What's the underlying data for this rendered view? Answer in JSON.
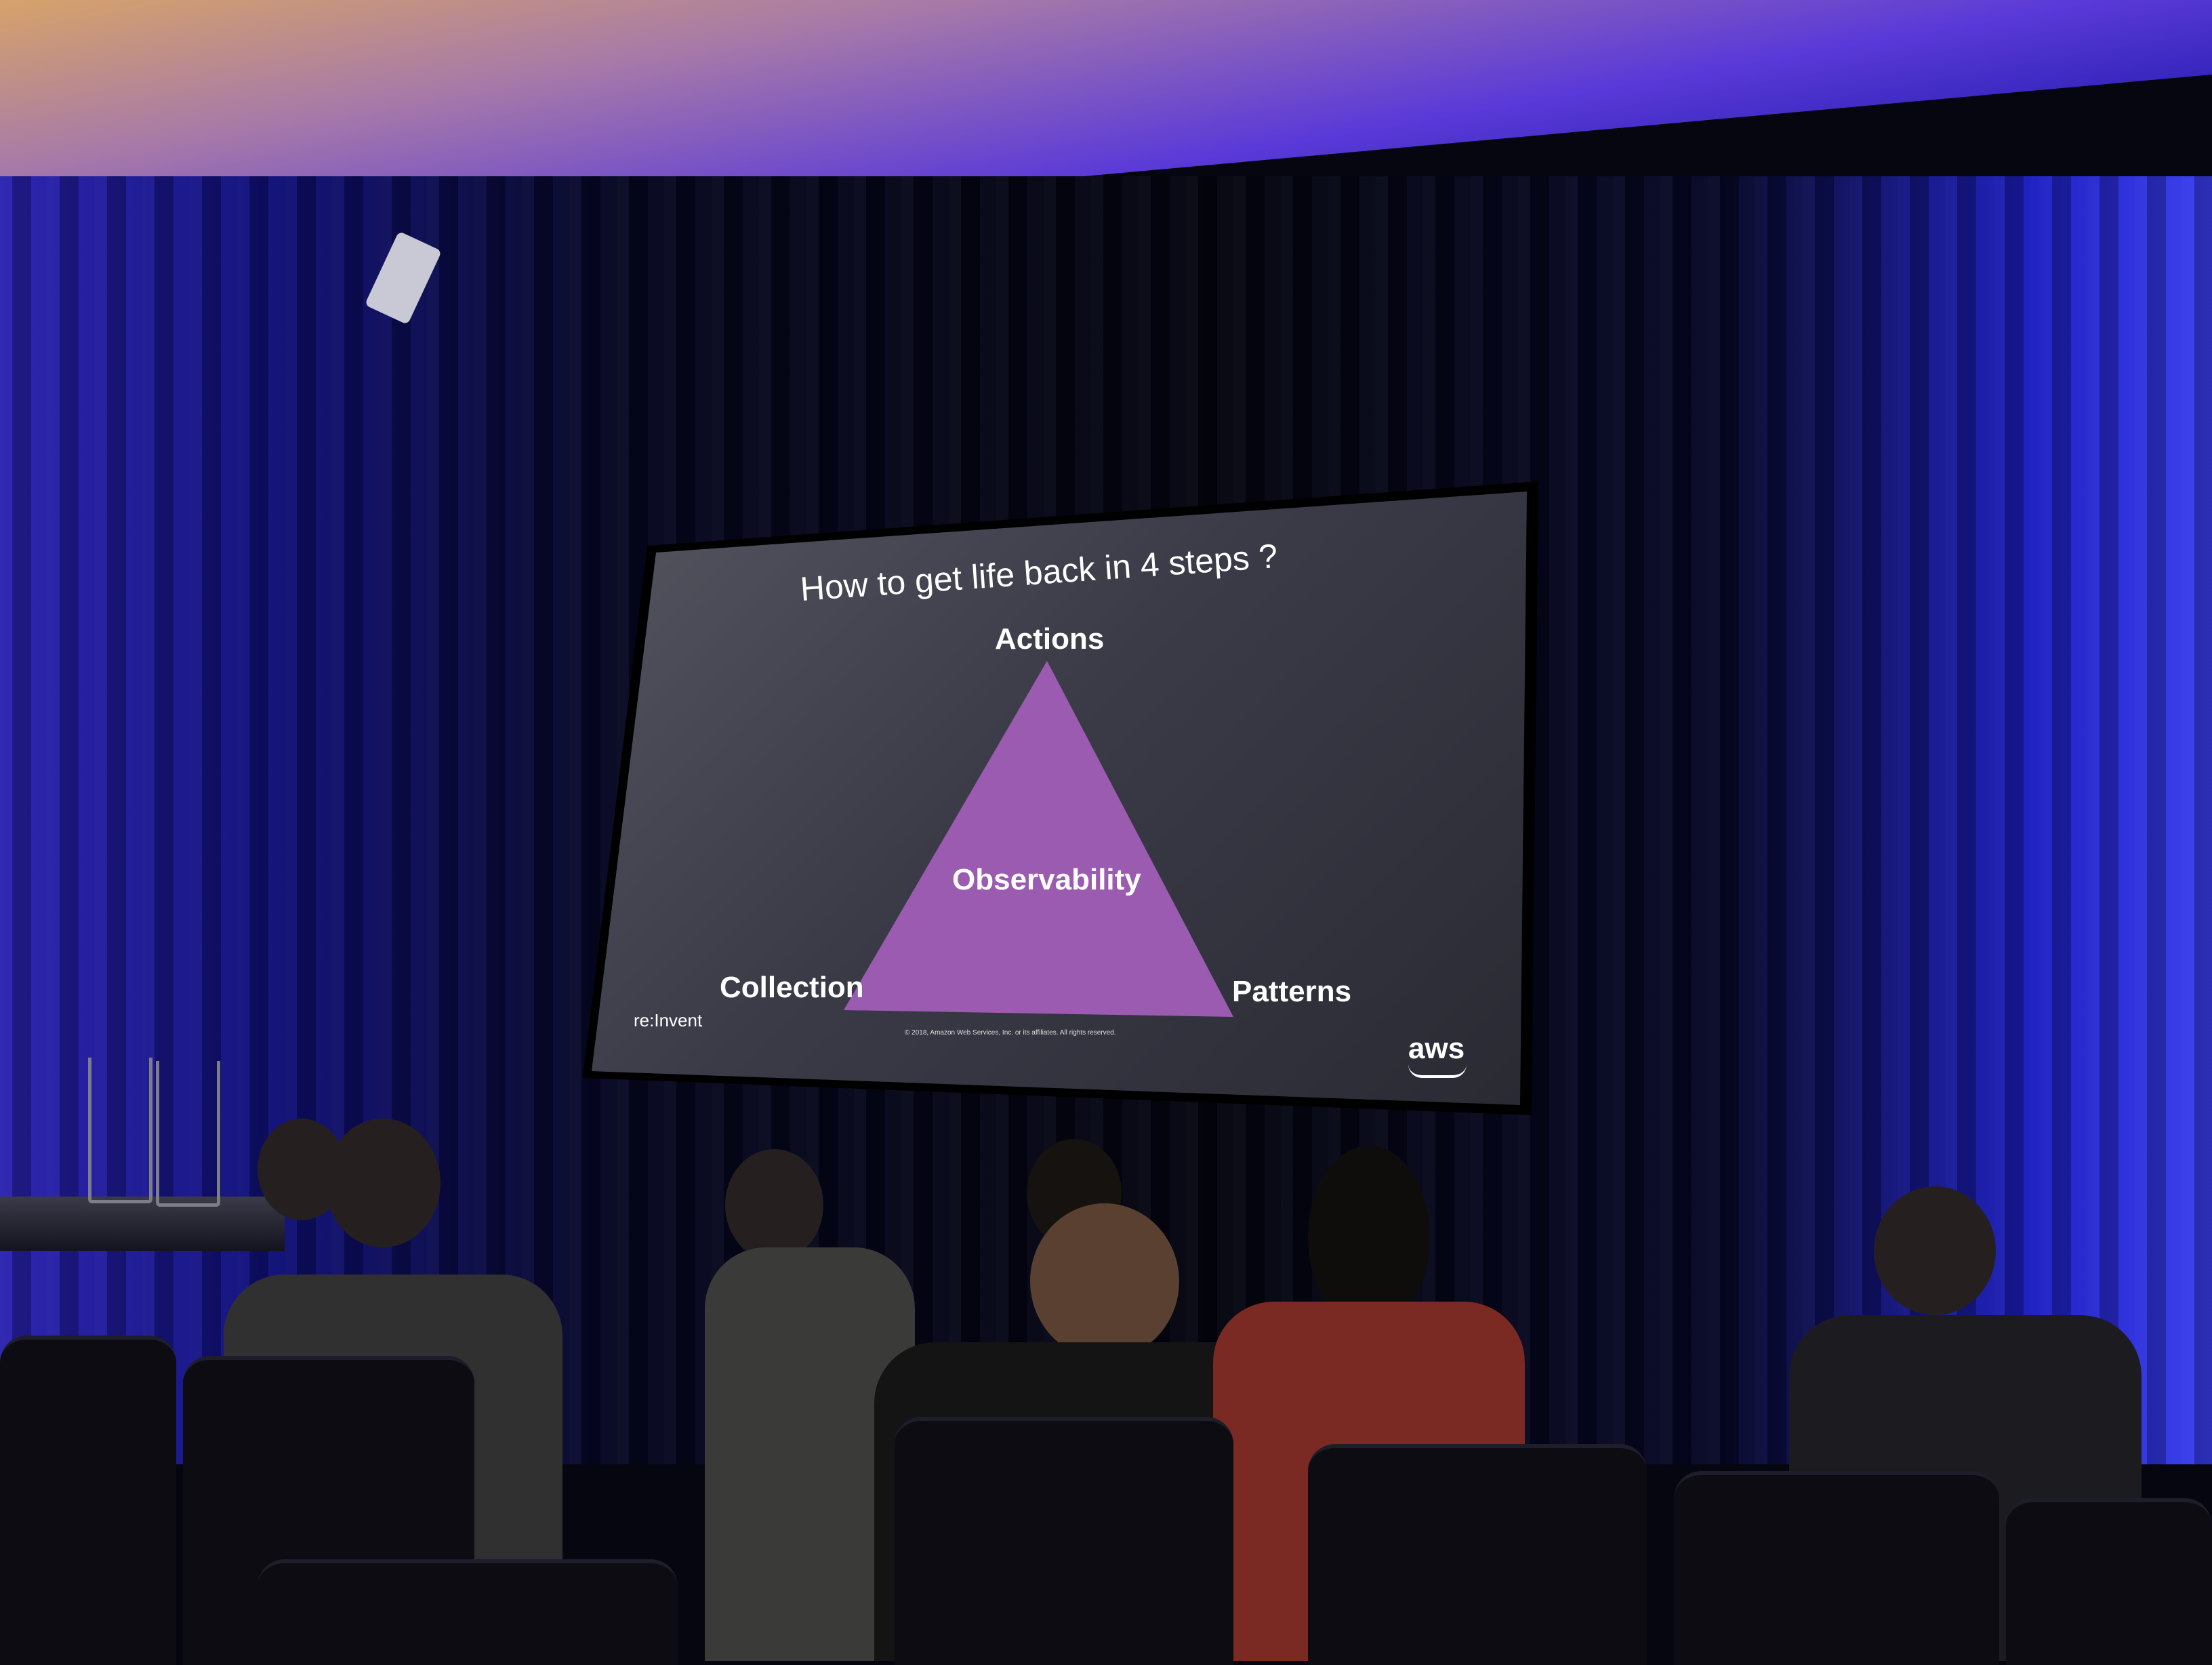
{
  "slide": {
    "title": "How to get life back in 4 steps ?",
    "top_label": "Actions",
    "left_label": "Collection",
    "right_label": "Patterns",
    "center_label": "Observability",
    "event_logo": "re:Invent",
    "copyright": "© 2018, Amazon Web Services, Inc. or its affiliates. All rights reserved.",
    "brand_logo": "aws",
    "triangle_color": "#9b5bb0"
  },
  "scene": {
    "ceiling_color": "#6a3ee0",
    "curtain_color": "#1a1aa0"
  }
}
